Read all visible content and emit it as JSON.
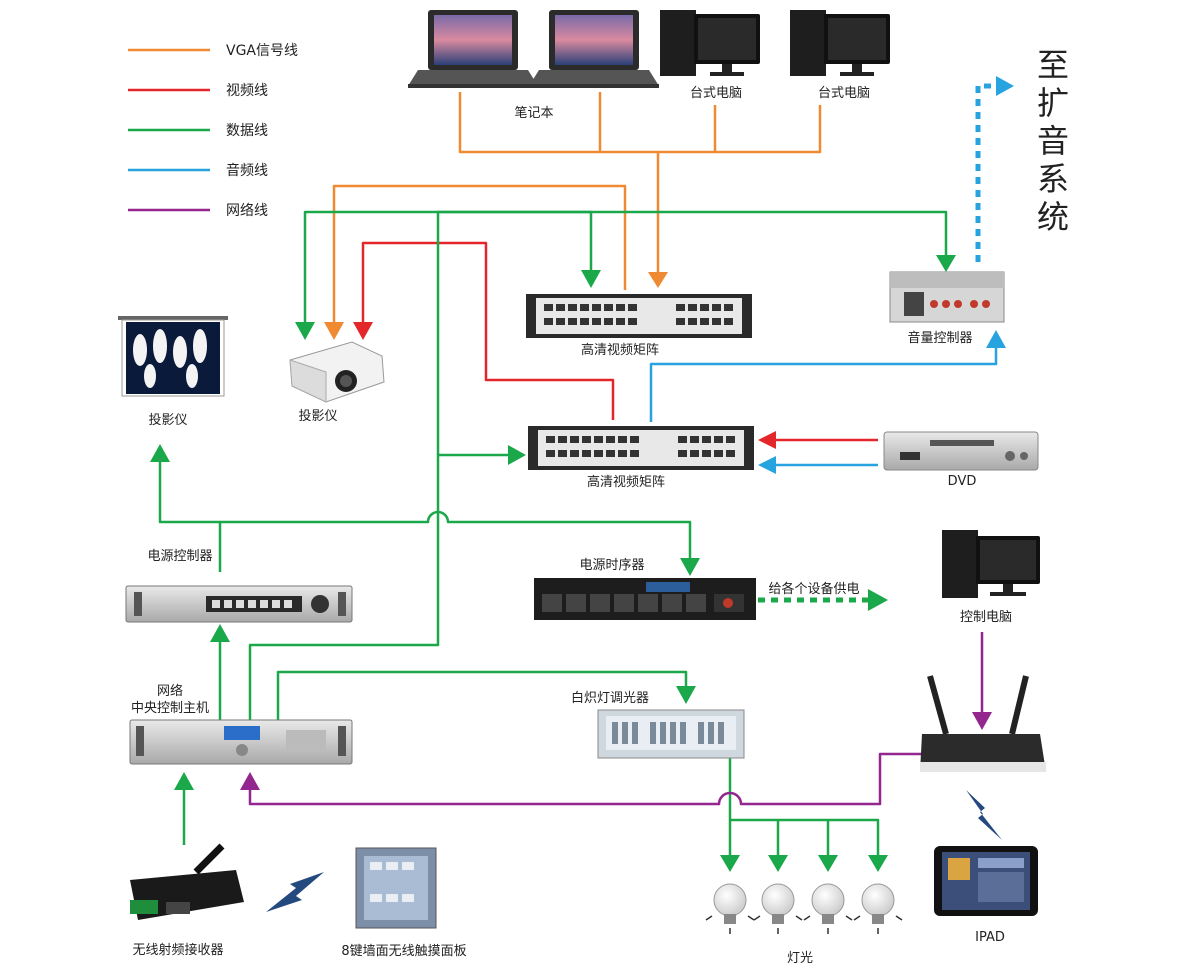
{
  "legend": [
    {
      "label": "VGA信号线",
      "color": "#f08a32"
    },
    {
      "label": "视频线",
      "color": "#e3262a"
    },
    {
      "label": "数据线",
      "color": "#1aa84b"
    },
    {
      "label": "音频线",
      "color": "#27a4e0"
    },
    {
      "label": "网络线",
      "color": "#93278f"
    }
  ],
  "labels": {
    "laptop": "笔记本",
    "desktop1": "台式电脑",
    "desktop2": "台式电脑",
    "to_audio": "至扩音系统",
    "matrix1": "高清视频矩阵",
    "audio_ctrl": "音量控制器",
    "screen": "投影仪",
    "projector": "投影仪",
    "matrix2": "高清视频矩阵",
    "dvd": "DVD",
    "power_ctrl": "电源控制器",
    "sequencer": "电源时序器",
    "supply": "给各个设备供电",
    "ctrl_pc": "控制电脑",
    "host_line1": "网络",
    "host_line2": "中央控制主机",
    "dimmer": "白炽灯调光器",
    "receiver": "无线射频接收器",
    "panel": "8键墙面无线触摸面板",
    "lights": "灯光",
    "ipad": "IPAD"
  },
  "icons": [
    "laptop-icon",
    "desktop-icon",
    "projection-screen-icon",
    "projector-icon",
    "video-matrix-icon",
    "audio-controller-icon",
    "dvd-player-icon",
    "power-controller-icon",
    "power-sequencer-icon",
    "central-host-icon",
    "dimmer-icon",
    "wifi-router-icon",
    "tablet-icon",
    "rf-receiver-icon",
    "touch-panel-icon",
    "light-bulb-icon",
    "wireless-signal-icon"
  ]
}
